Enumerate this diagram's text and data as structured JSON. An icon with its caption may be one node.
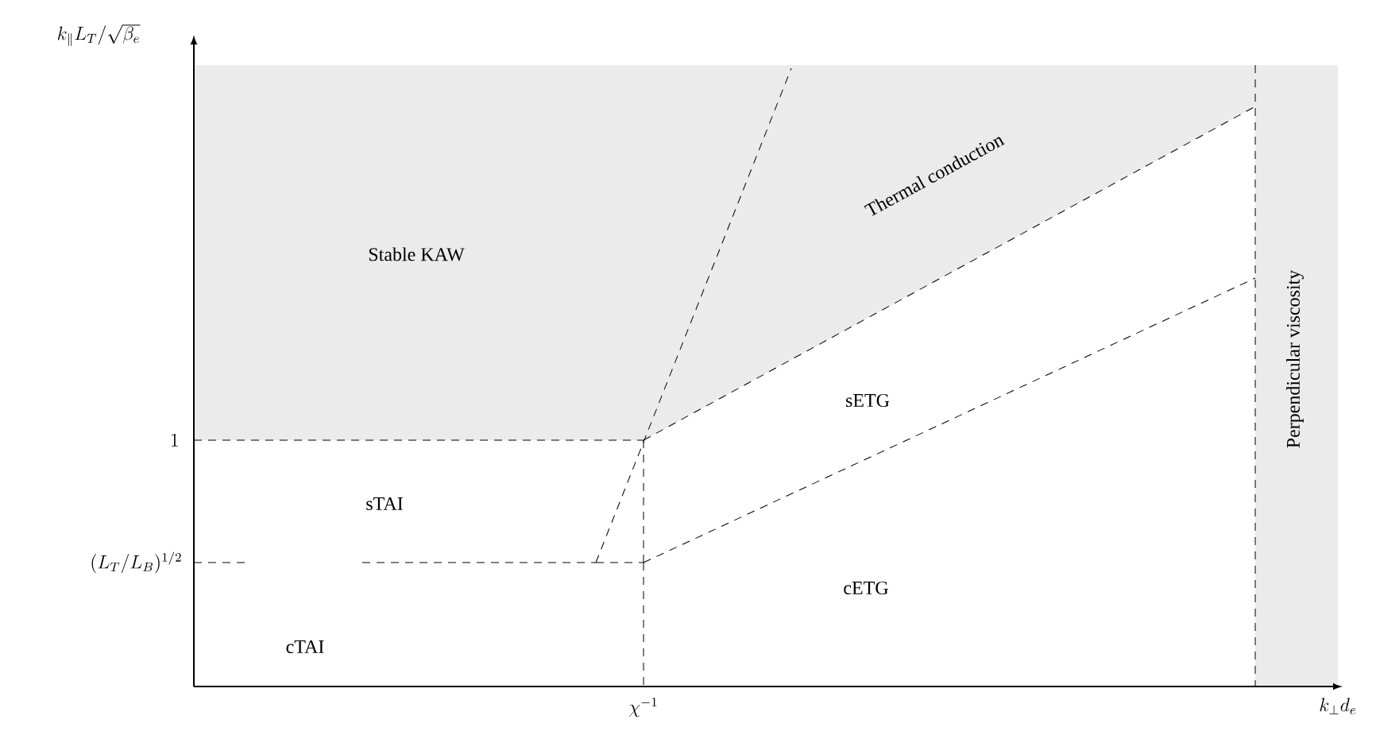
{
  "diagram": {
    "labels": [
      "k_\\parallel L_T/\\sqrt{\\beta_e}",
      "Stable KAW",
      "Thermal conduction",
      "Perpendicular viscosity",
      "sETG",
      "1",
      "sTAI",
      "(L_T/L_B)^{1/2}",
      "cETG",
      "cTAI",
      "\\chi^{-1}",
      "k_\\perp d_e"
    ]
  }
}
